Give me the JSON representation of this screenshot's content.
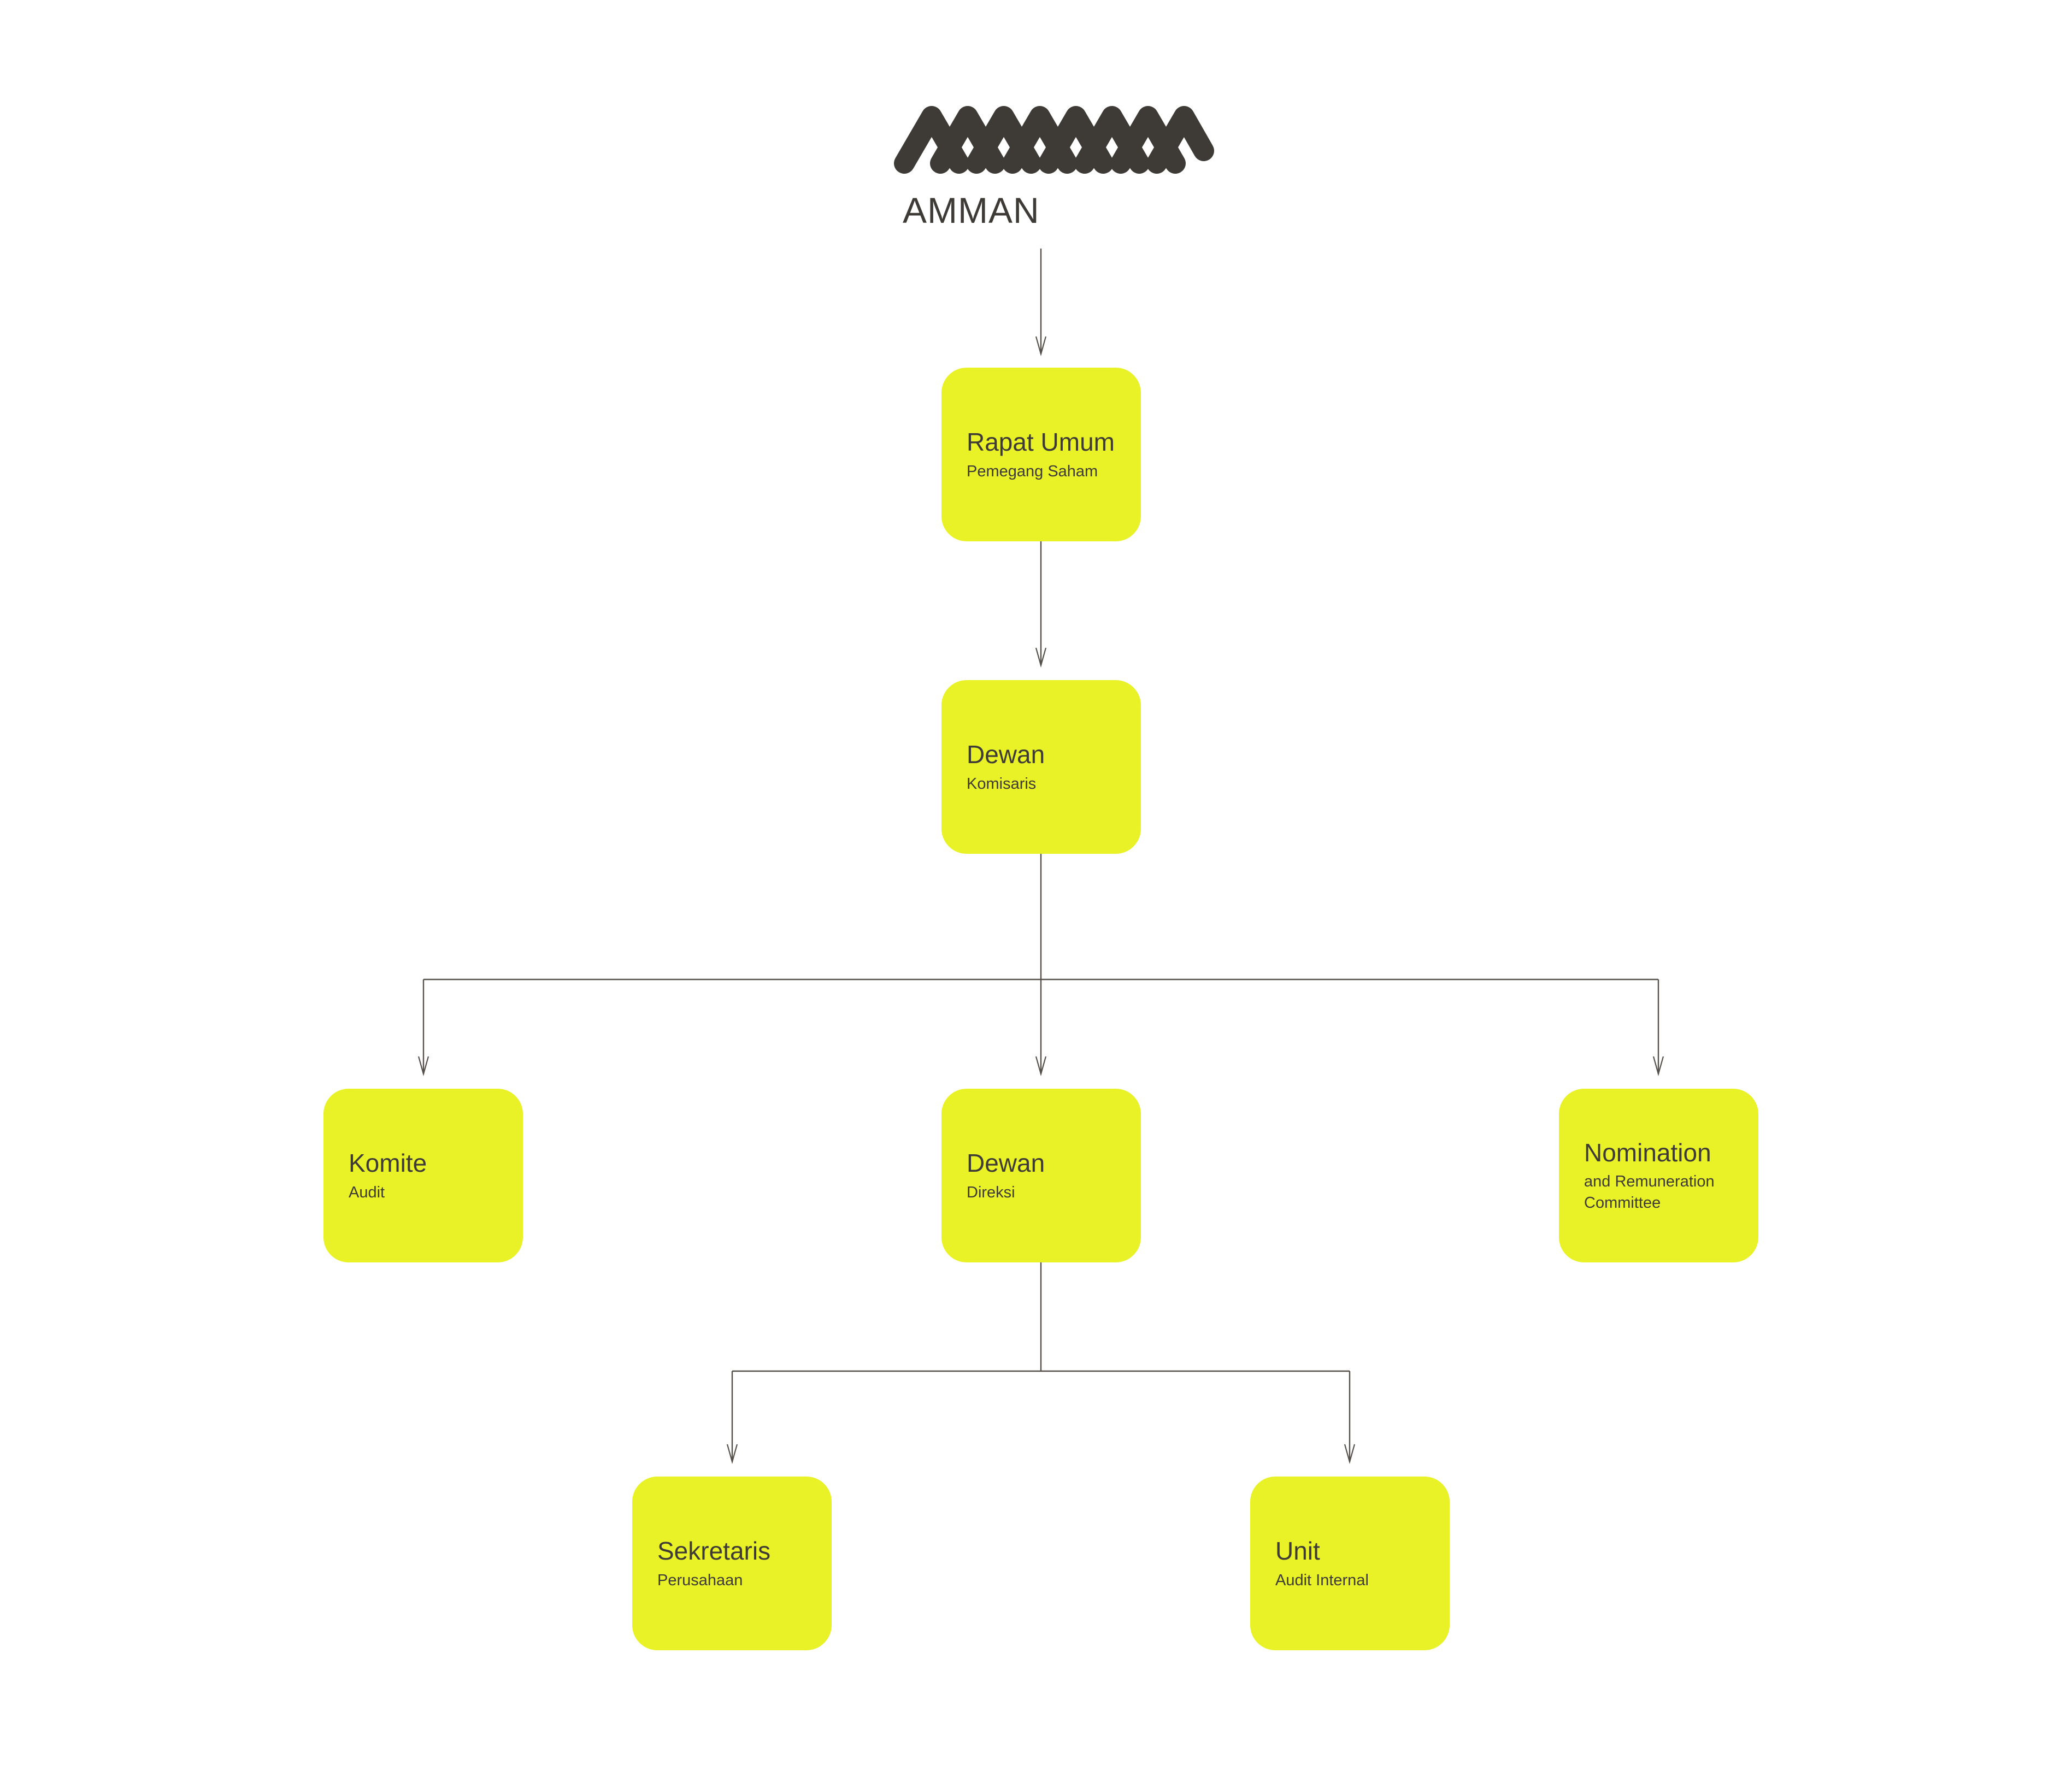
{
  "logo": {
    "brand": "AMMAN",
    "mark": "zigzag-monogram"
  },
  "colors": {
    "node_bg": "#E8F227",
    "text": "#3E3A35",
    "line": "#56504A",
    "bg": "#FFFFFF"
  },
  "nodes": {
    "rapat_umum": {
      "title": "Rapat Umum",
      "subtitle": "Pemegang Saham"
    },
    "dewan_komisaris": {
      "title": "Dewan",
      "subtitle": "Komisaris"
    },
    "komite_audit": {
      "title": "Komite",
      "subtitle": "Audit"
    },
    "dewan_direksi": {
      "title": "Dewan",
      "subtitle": "Direksi"
    },
    "nomination": {
      "title": "Nomination",
      "subtitle": "and Remuneration Committee"
    },
    "sekretaris": {
      "title": "Sekretaris",
      "subtitle": "Perusahaan"
    },
    "unit_audit": {
      "title": "Unit",
      "subtitle": "Audit Internal"
    }
  },
  "hierarchy": [
    {
      "from": "AMMAN",
      "to": "Rapat Umum Pemegang Saham"
    },
    {
      "from": "Rapat Umum Pemegang Saham",
      "to": "Dewan Komisaris"
    },
    {
      "from": "Dewan Komisaris",
      "to": "Komite Audit"
    },
    {
      "from": "Dewan Komisaris",
      "to": "Dewan Direksi"
    },
    {
      "from": "Dewan Komisaris",
      "to": "Nomination and Remuneration Committee"
    },
    {
      "from": "Dewan Direksi",
      "to": "Sekretaris Perusahaan"
    },
    {
      "from": "Dewan Direksi",
      "to": "Unit Audit Internal"
    }
  ]
}
